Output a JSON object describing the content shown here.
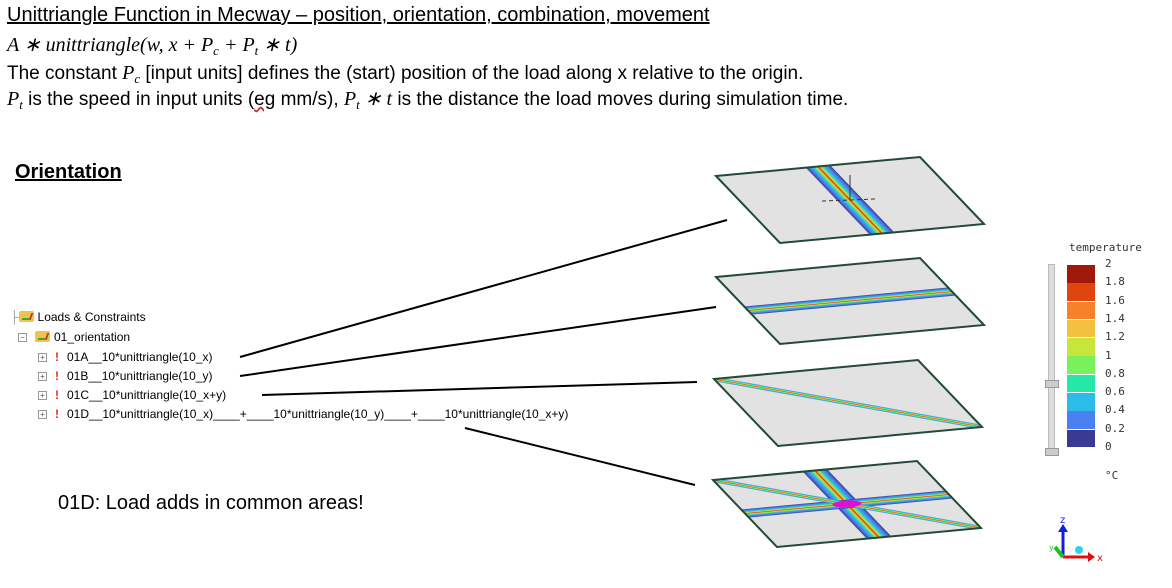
{
  "header": {
    "title": "Unittriangle Function in Mecway – position, orientation, combination, movement",
    "formula": {
      "pre": "A ∗ unittriangle(w, x + ",
      "p": "P",
      "c": "c",
      "mid": " + ",
      "t": "t",
      "post": " ∗ t)"
    },
    "line3": {
      "pre": "The constant ",
      "post": " [input units] defines the (start) position of the load along x relative to the origin."
    },
    "line4": {
      "pre": " is the speed in input units (",
      "eg": "eg",
      "mid": " mm/s), ",
      "expr": " ∗ t",
      "post": "  is the distance the load moves during simulation time."
    }
  },
  "section_title": "Orientation",
  "note": "01D: Load adds in common areas!",
  "tree": {
    "root": "Loads & Constraints",
    "folder": "01_orientation",
    "items": [
      "01A__10*unittriangle(10_x)",
      "01B__10*unittriangle(10_y)",
      "01C__10*unittriangle(10_x+y)",
      "01D__10*unittriangle(10_x)____+____10*unittriangle(10_y)____+____10*unittriangle(10_x+y)"
    ]
  },
  "legend": {
    "title": "temperature",
    "unit": "°C",
    "ticks": [
      "2",
      "1.8",
      "1.6",
      "1.4",
      "1.2",
      "1",
      "0.8",
      "0.6",
      "0.4",
      "0.2",
      "0"
    ],
    "colors": [
      "#a0180a",
      "#e0440f",
      "#f6812a",
      "#f3c13f",
      "#c6e63a",
      "#78f15a",
      "#25e8a8",
      "#2bbde8",
      "#4a80f0",
      "#3b3a92"
    ]
  },
  "axes": {
    "z": "z",
    "x": "x",
    "y": "y"
  }
}
